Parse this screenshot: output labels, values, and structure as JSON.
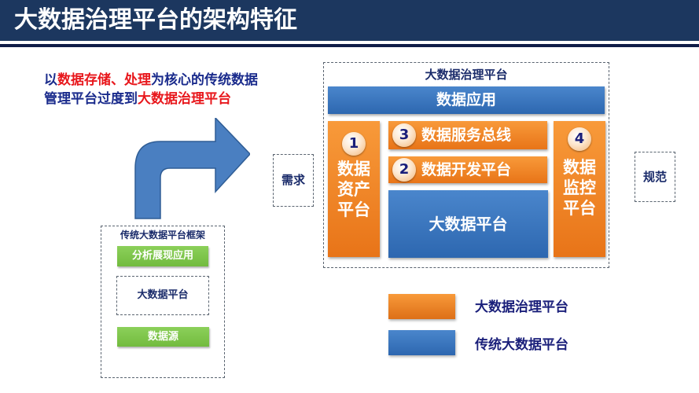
{
  "header": {
    "title": "大数据治理平台的架构特征"
  },
  "intro": {
    "line1_parts": [
      "以",
      "数据存储、处理",
      "为核心的传统数据"
    ],
    "line2_parts": [
      "管理平台过度到",
      "大数据治理平台"
    ]
  },
  "colors": {
    "header_bg": "#1c375f",
    "orange": "#f28a2a",
    "blue": "#3a76be",
    "green": "#7fc34a",
    "highlight_red": "#e8171c",
    "text_navy": "#1a2b8c"
  },
  "governance": {
    "title": "大数据治理平台",
    "data_application": "数据应用",
    "asset_platform": {
      "number": "1",
      "lines": [
        "数据",
        "资产",
        "平台"
      ]
    },
    "service_bus": {
      "number": "3",
      "label": "数据服务总线"
    },
    "dev_platform": {
      "number": "2",
      "label": "数据开发平台"
    },
    "big_data_platform": "大数据平台",
    "monitor_platform": {
      "number": "4",
      "lines": [
        "数据",
        "监控",
        "平台"
      ]
    }
  },
  "side_labels": {
    "need": "需求",
    "norm": "规范"
  },
  "traditional": {
    "title": "传统大数据平台框架",
    "app": "分析展现应用",
    "big_data": "大数据平台",
    "source": "数据源"
  },
  "legend": {
    "items": [
      {
        "label": "大数据治理平台",
        "color": "#f28a2a"
      },
      {
        "label": "传统大数据平台",
        "color": "#3a76be"
      }
    ]
  }
}
